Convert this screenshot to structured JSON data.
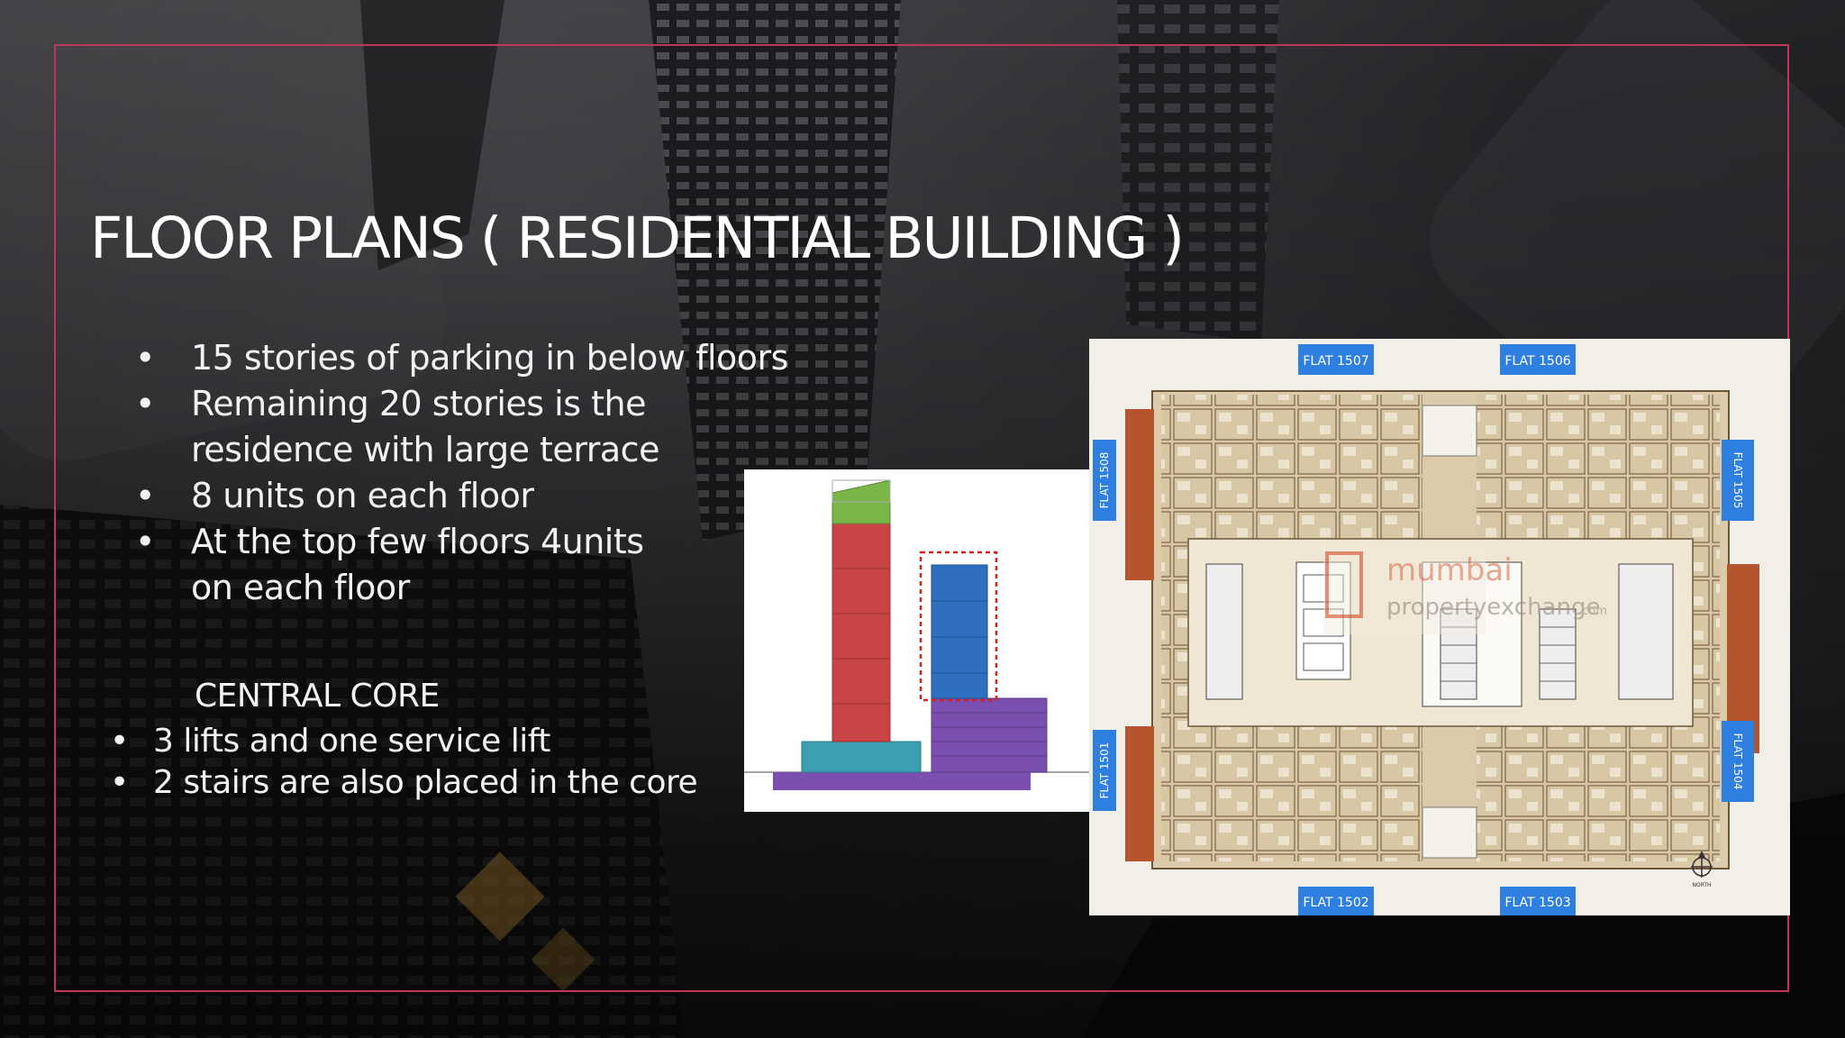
{
  "slide": {
    "title": "FLOOR PLANS ( RESIDENTIAL BUILDING )",
    "bullets": [
      "15 stories of parking in below floors",
      "Remaining 20 stories is the residence with large terrace",
      "8 units on each floor",
      "At the top few floors 4units on each floor"
    ],
    "core_title": "CENTRAL CORE",
    "core_bullets": [
      "3 lifts and one service lift",
      "2 stairs are also placed in the core"
    ],
    "bullet_symbol": "•"
  },
  "floor_plan": {
    "flat_labels": {
      "top_left": "FLAT 1507",
      "top_right": "FLAT 1506",
      "left_upper": "FLAT 1508",
      "right_upper": "FLAT 1505",
      "left_lower": "FLAT 1501",
      "right_lower": "FLAT 1504",
      "bottom_left": "FLAT 1502",
      "bottom_right": "FLAT 1503"
    },
    "watermark_line1": "mumbai",
    "watermark_line2": "propertyexchange",
    "watermark_suffix": ".com",
    "north_label": "NORTH"
  },
  "colors": {
    "frame": "#c2355a",
    "tower_red": "#c94545",
    "tower_green": "#7ab648",
    "tower_blue": "#2f6fc0",
    "podium_purple": "#7b4fb0",
    "podium_teal": "#3aa0b0",
    "flat_label_blue": "#2f7fe0"
  }
}
